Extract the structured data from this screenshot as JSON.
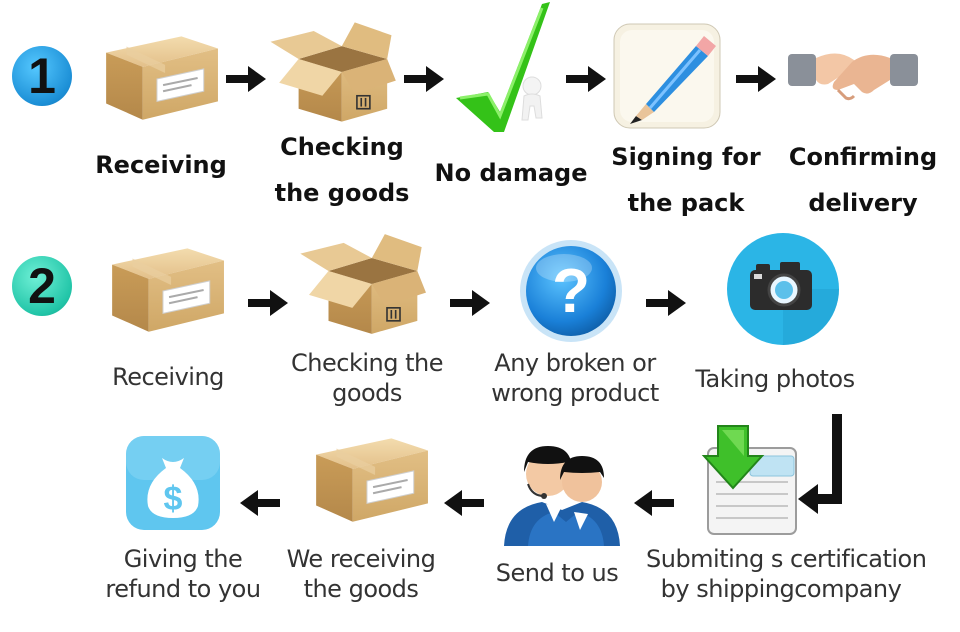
{
  "row1": {
    "number": "1",
    "steps": [
      {
        "line1": "Receiving",
        "line2": "",
        "icon": "closed-box-icon"
      },
      {
        "line1": "Checking",
        "line2": "the goods",
        "icon": "open-box-icon"
      },
      {
        "line1": "No damage",
        "line2": "",
        "icon": "checkmark-icon"
      },
      {
        "line1": "Signing for",
        "line2": "the pack",
        "icon": "pencil-icon"
      },
      {
        "line1": "Confirming",
        "line2": "delivery",
        "icon": "handshake-icon"
      }
    ]
  },
  "row2": {
    "number": "2",
    "steps": [
      {
        "line1": "Receiving",
        "line2": "",
        "icon": "closed-box-icon"
      },
      {
        "line1": "Checking the",
        "line2": "goods",
        "icon": "open-box-icon"
      },
      {
        "line1": "Any broken or",
        "line2": "wrong product",
        "icon": "question-icon"
      },
      {
        "line1": "Taking photos",
        "line2": "",
        "icon": "camera-icon"
      }
    ]
  },
  "row3": {
    "steps": [
      {
        "line1": "Giving the",
        "line2": "refund to you",
        "icon": "money-bag-icon"
      },
      {
        "line1": "We receiving",
        "line2": "the goods",
        "icon": "closed-box-icon"
      },
      {
        "line1": "Send to us",
        "line2": "",
        "icon": "support-agents-icon"
      },
      {
        "line1": "Submiting s certification",
        "line2": "by shippingcompany",
        "icon": "document-download-icon"
      }
    ]
  },
  "colors": {
    "arrow": "#111111",
    "box": "#d9b77a",
    "check": "#3ac41a",
    "question": "#1e8fe0",
    "camera": "#29b6e8",
    "money": "#5cc6ef"
  }
}
